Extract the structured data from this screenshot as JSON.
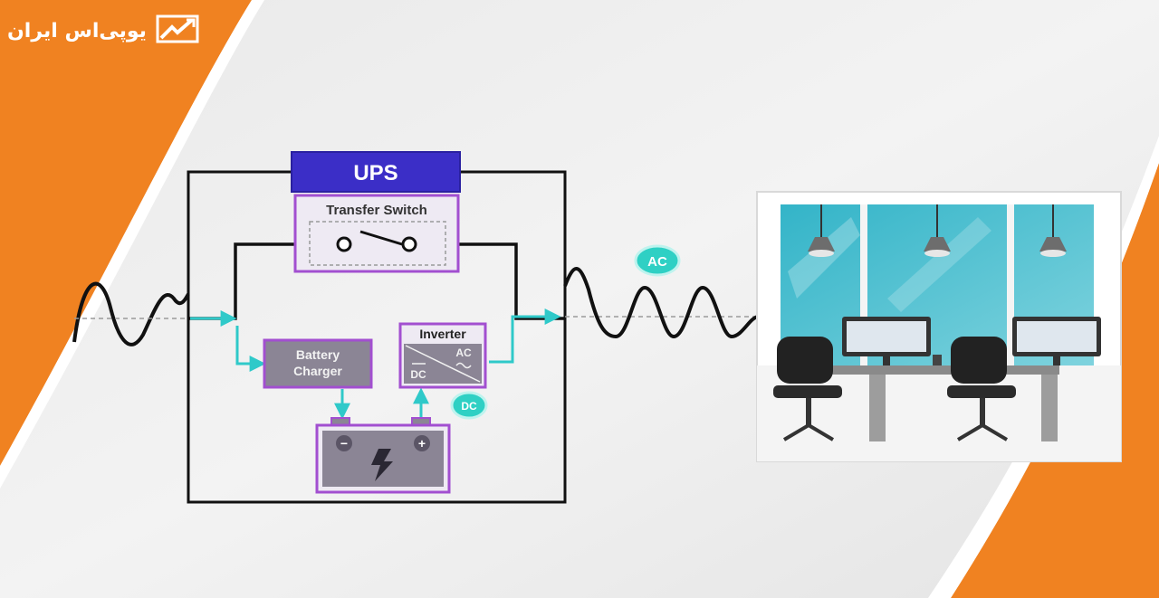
{
  "brand": {
    "name": "یوپی‌اس ایران",
    "accent": "#f08221",
    "icon": "lightning-logo-icon"
  },
  "diagram": {
    "ups_title": "UPS",
    "transfer_switch": "Transfer Switch",
    "battery_charger_line1": "Battery",
    "battery_charger_line2": "Charger",
    "inverter": "Inverter",
    "inverter_ac": "AC",
    "inverter_dc": "DC",
    "ac_badge": "AC",
    "dc_badge": "DC",
    "battery_minus": "−",
    "battery_plus": "+",
    "colors": {
      "ups_header": "#3b2ec7",
      "module_border": "#a24fd0",
      "module_fill": "#8b8595",
      "flow_arrow": "#2fc9c9",
      "badge": "#2fd0c4"
    }
  },
  "office": {
    "icon": "office-workspace-illustration"
  }
}
